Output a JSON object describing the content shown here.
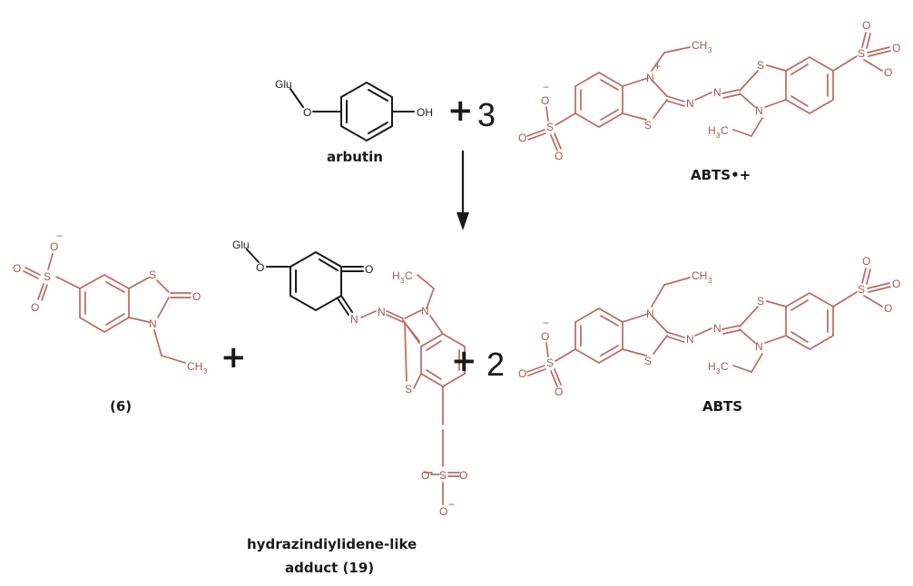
{
  "reactants": {
    "arbutin": {
      "label": "arbutin",
      "sub": "Glu",
      "o": "O",
      "oh": "OH"
    },
    "abts_radical": {
      "coefficient": "3",
      "label": "ABTS•+"
    }
  },
  "products": {
    "compound6": {
      "label": "(6)"
    },
    "adduct": {
      "label_line1": "hydrazindiylidene-like",
      "label_line2": "adduct (19)",
      "sub": "Glu",
      "o": "O"
    },
    "abts": {
      "coefficient": "2",
      "label": "ABTS"
    }
  },
  "atoms": {
    "S": "S",
    "N": "N",
    "O": "O",
    "Ominus": "O⁻",
    "CH3": "CH",
    "H3C": "H",
    "three": "3",
    "C": "C",
    "minus": "−",
    "plus": "+"
  },
  "operators": {
    "plus": "+"
  }
}
